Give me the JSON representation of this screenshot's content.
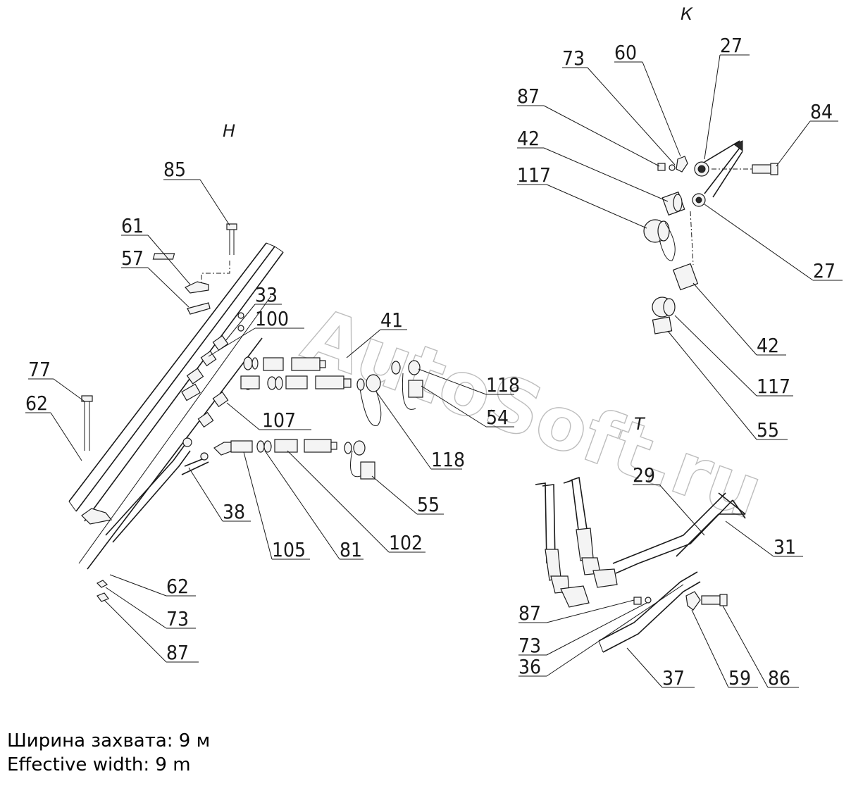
{
  "views": [
    {
      "id": "H",
      "label": "Н"
    },
    {
      "id": "K",
      "label": "К"
    },
    {
      "id": "T",
      "label": "Т"
    }
  ],
  "callouts": {
    "H": [
      "85",
      "61",
      "57",
      "33",
      "100",
      "41",
      "77",
      "62",
      "107",
      "118",
      "54",
      "118",
      "55",
      "38",
      "105",
      "81",
      "102",
      "62",
      "73",
      "87"
    ],
    "K": [
      "73",
      "60",
      "27",
      "87",
      "84",
      "42",
      "117",
      "27",
      "42",
      "117",
      "55"
    ],
    "T": [
      "29",
      "31",
      "87",
      "73",
      "36",
      "37",
      "59",
      "86"
    ]
  },
  "watermark": "AutoSoft.ru",
  "caption": {
    "ru": "Ширина захвата: 9 м",
    "en": "Effective width: 9 m"
  }
}
